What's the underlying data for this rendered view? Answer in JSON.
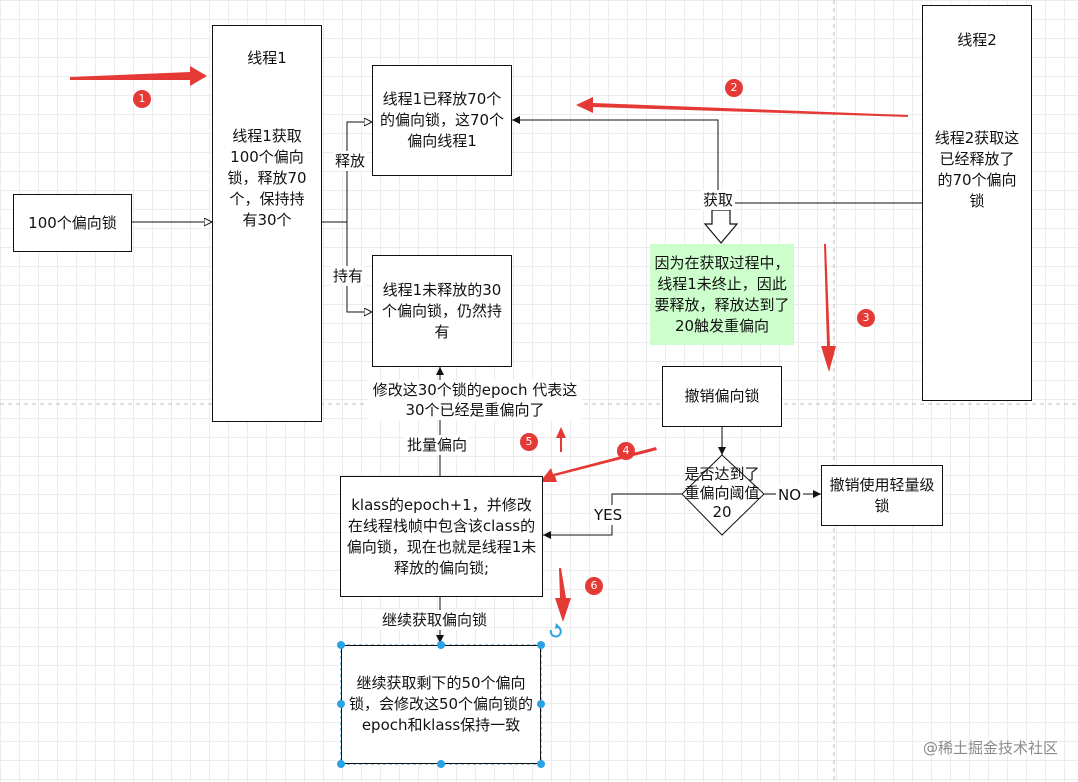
{
  "thread1": {
    "title": "线程1",
    "body": "线程1获取100个偏向锁，释放70个，保持持有30个"
  },
  "thread2": {
    "title": "线程2",
    "body": "线程2获取这已经释放了的70个偏向锁"
  },
  "lock100": "100个偏向锁",
  "released_box": "线程1已释放70个的偏向锁，这70个偏向线程1",
  "held_box": "线程1未释放的30个偏向锁，仍然持有",
  "green_note": "因为在获取过程中，线程1未终止，因此要释放，释放达到了20触发重偏向",
  "revoke_box": "撤销偏向锁",
  "decision": "是否达到了重偏向阈值20",
  "lightweight_box": "撤销使用轻量级锁",
  "klass_box": "klass的epoch+1，并修改在线程栈帧中包含该class的偏向锁，现在也就是线程1未释放的偏向锁;",
  "continue_box": "继续获取剩下的50个偏向锁，会修改这50个偏向锁的epoch和klass保持一致",
  "labels": {
    "release": "释放",
    "hold": "持有",
    "acquire": "获取",
    "epoch_note": "修改这30个锁的epoch 代表这30个已经是重偏向了",
    "batch": "批量偏向",
    "yes": "YES",
    "no": "NO",
    "continue_get": "继续获取偏向锁"
  },
  "badges": [
    "1",
    "2",
    "3",
    "4",
    "5",
    "6"
  ],
  "watermark": "@稀土掘金技术社区",
  "colors": {
    "annotation_arrow": "#e53935",
    "note_bg": "#ccffcc",
    "selection": "#29a3e5"
  }
}
